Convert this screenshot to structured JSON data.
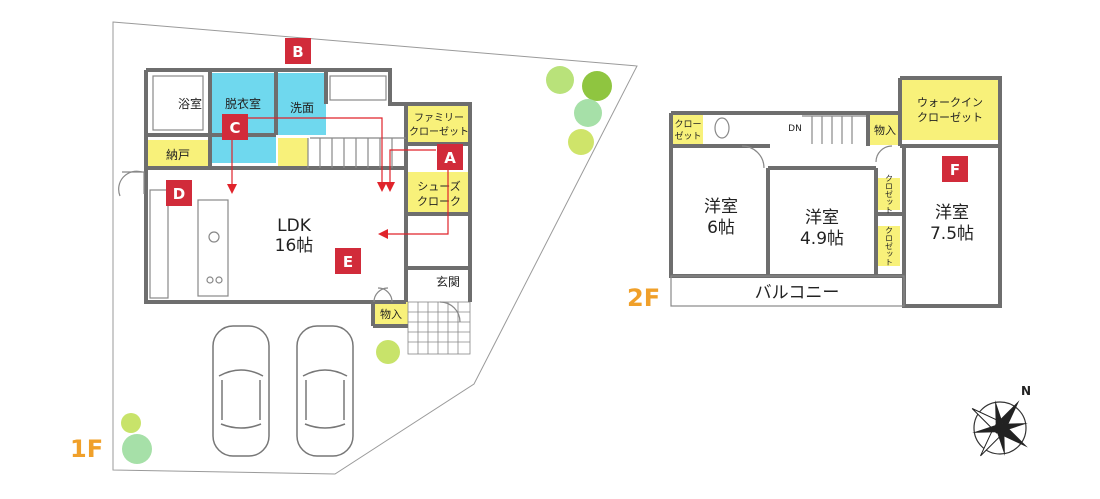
{
  "floors": {
    "first": {
      "label": "1F",
      "rooms": {
        "bath": "浴室",
        "dressing": "脱衣室",
        "washroom": "洗面",
        "family_closet_1": "ファミリー",
        "family_closet_2": "クローゼット",
        "pantry": "納戸",
        "shoes_closet_1": "シューズ",
        "shoes_closet_2": "クローク",
        "ldk_1": "LDK",
        "ldk_2": "16帖",
        "entrance": "玄関",
        "storage": "物入"
      },
      "markers": [
        "A",
        "B",
        "C",
        "D",
        "E"
      ]
    },
    "second": {
      "label": "2F",
      "rooms": {
        "closet_a_1": "クロー",
        "closet_a_2": "ゼット",
        "dn": "DN",
        "storage": "物入",
        "walkin_1": "ウォークイン",
        "walkin_2": "クローゼット",
        "room6_1": "洋室",
        "room6_2": "6帖",
        "room49_1": "洋室",
        "room49_2": "4.9帖",
        "room75_1": "洋室",
        "room75_2": "7.5帖",
        "closet_v1": "クロゼット",
        "closet_v2": "クロゼット",
        "balcony": "バルコニー"
      },
      "markers": [
        "F"
      ]
    }
  },
  "colors": {
    "wall": "#6e6e6e",
    "closet_yellow": "#f8f17a",
    "wet_cyan": "#6fd8ee",
    "marker_red": "#d12b3a",
    "arrow_red": "#e0232b",
    "floor_label": "#f0a02a",
    "tree_green": "#9ccc3c"
  },
  "compass": {
    "north": "N"
  }
}
